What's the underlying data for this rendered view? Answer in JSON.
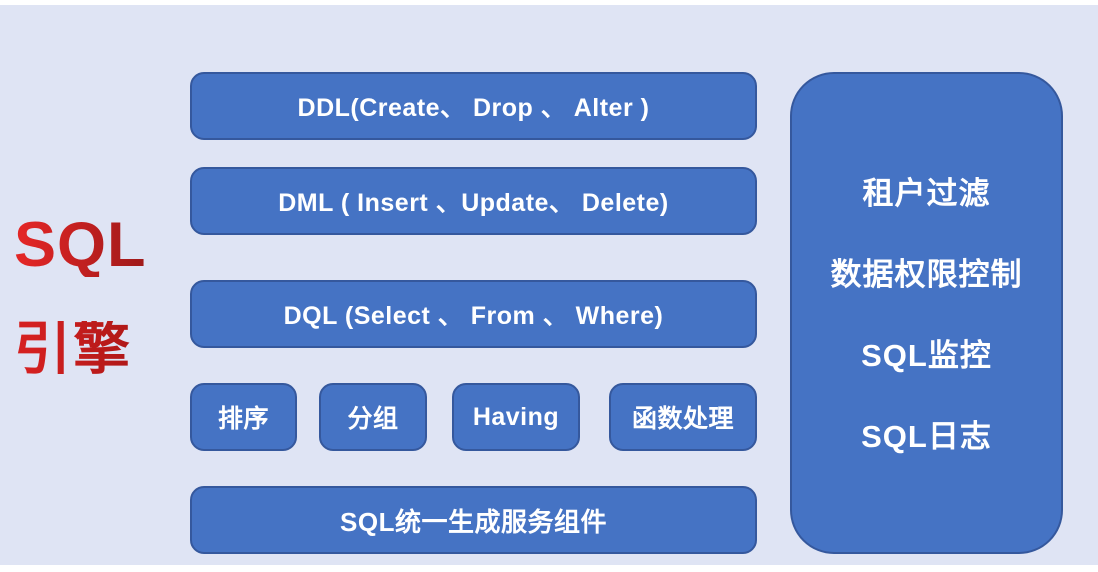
{
  "title": {
    "line1": "SQL",
    "line2": "引擎"
  },
  "boxes": {
    "ddl": "DDL(Create、 Drop 、 Alter )",
    "dml": "DML ( Insert 、Update、  Delete)",
    "dql": "DQL  (Select 、 From 、 Where)",
    "ops": [
      {
        "label": "排序"
      },
      {
        "label": "分组"
      },
      {
        "label": "Having"
      },
      {
        "label": "函数处理"
      }
    ],
    "bottom": "SQL统一生成服务组件"
  },
  "right_panel": {
    "items": [
      {
        "label": "租户过滤"
      },
      {
        "label": "数据权限控制"
      },
      {
        "label": "SQL监控"
      },
      {
        "label": "SQL日志"
      }
    ]
  },
  "colors": {
    "canvas_background": "#dfe4f4",
    "box_fill": "#4573c4",
    "box_border": "#35589d",
    "box_text": "#ffffff",
    "title_red_bright": "#e22626",
    "title_red_dark": "#8d1616"
  }
}
